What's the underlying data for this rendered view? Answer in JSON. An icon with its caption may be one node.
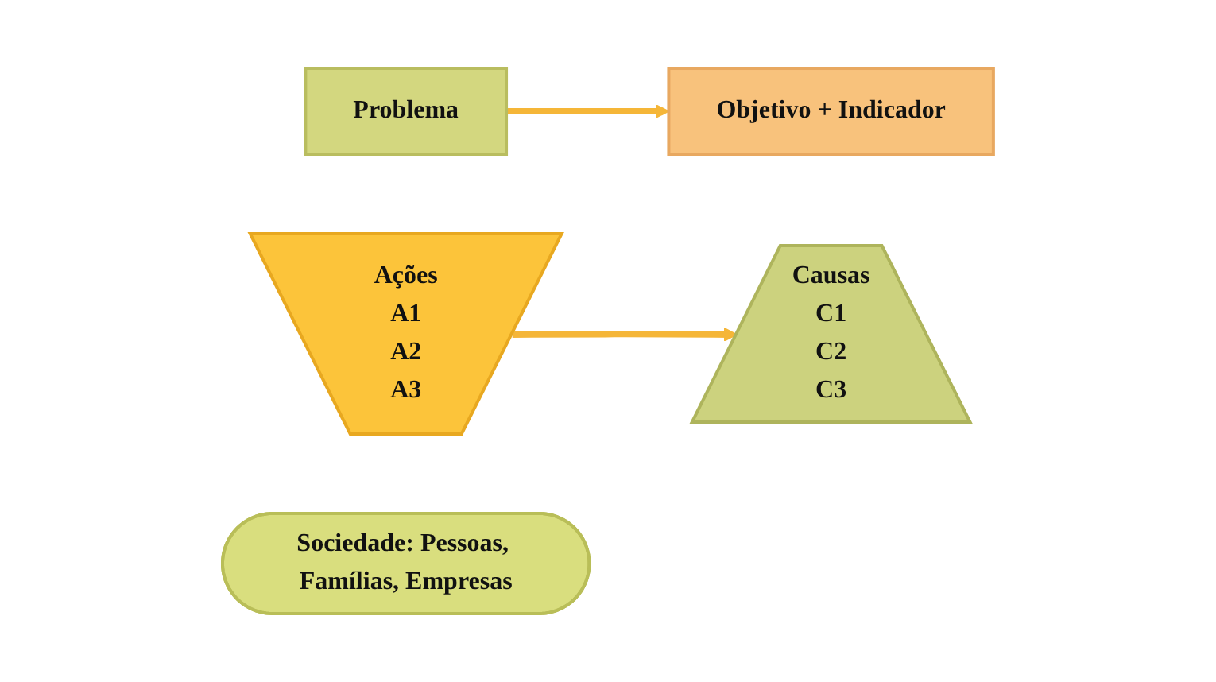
{
  "diagram": {
    "nodes": [
      {
        "text": [
          "Problema"
        ]
      },
      {
        "text": [
          "Objetivo + Indicador"
        ]
      },
      {
        "text": [
          "Ações",
          "A1",
          "A2",
          "A3"
        ]
      },
      {
        "text": [
          "Causas",
          "C1",
          "C2",
          "C3"
        ]
      },
      {
        "text": [
          "Sociedade: Pessoas, Famílias, Empresas"
        ]
      }
    ],
    "edges": [
      {
        "from": 0,
        "to": 1,
        "arrow": "to"
      },
      {
        "from": 2,
        "to": 3,
        "arrow": "to"
      }
    ]
  }
}
